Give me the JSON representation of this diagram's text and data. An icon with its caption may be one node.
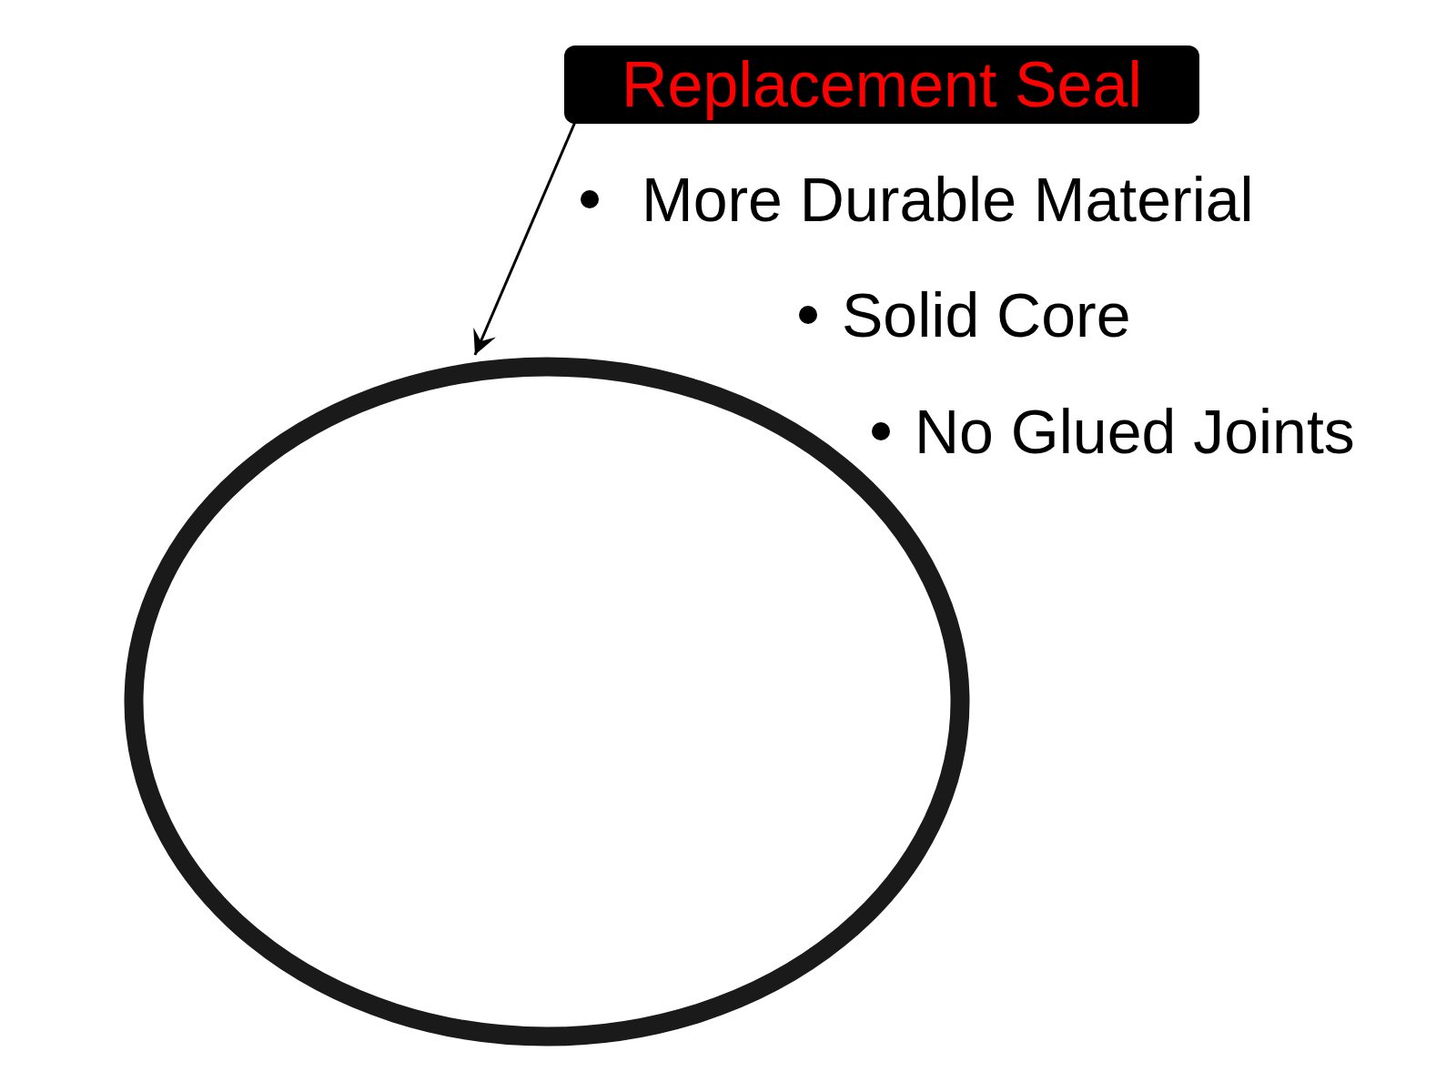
{
  "diagram": {
    "nodes": [
      {
        "text": [
          "Replacement Seal"
        ]
      },
      {
        "text": [],
        "shape": "circle"
      }
    ],
    "edges": [
      {
        "from": 0,
        "to": 1,
        "arrow": "to"
      }
    ],
    "labels": [
      "More Durable Material",
      "Solid Core",
      "No Glued Joints"
    ]
  }
}
